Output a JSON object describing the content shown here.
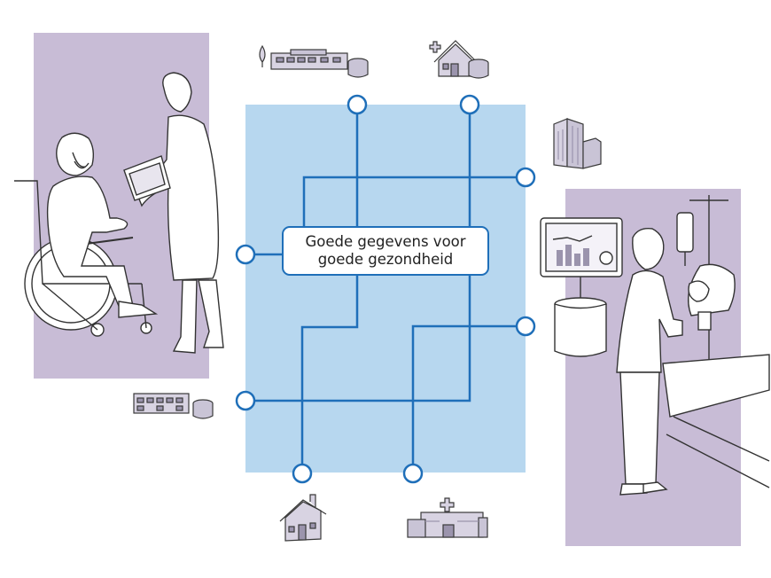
{
  "diagram": {
    "center_label": {
      "line1": "Goede gegevens voor",
      "line2": "goede gezondheid"
    },
    "colors": {
      "network_panel": "#b7d7ef",
      "network_line": "#1f6fb9",
      "scene_panel": "#c8bcd6",
      "icon_fill": "#c9c4d6",
      "outline": "#3a3a3a"
    },
    "nodes": [
      "top-left-institution",
      "top-right-care-home",
      "right-office-tower",
      "right-hospital-ward",
      "left-elderly-care",
      "left-clinic",
      "bottom-house",
      "bottom-hospital"
    ]
  }
}
